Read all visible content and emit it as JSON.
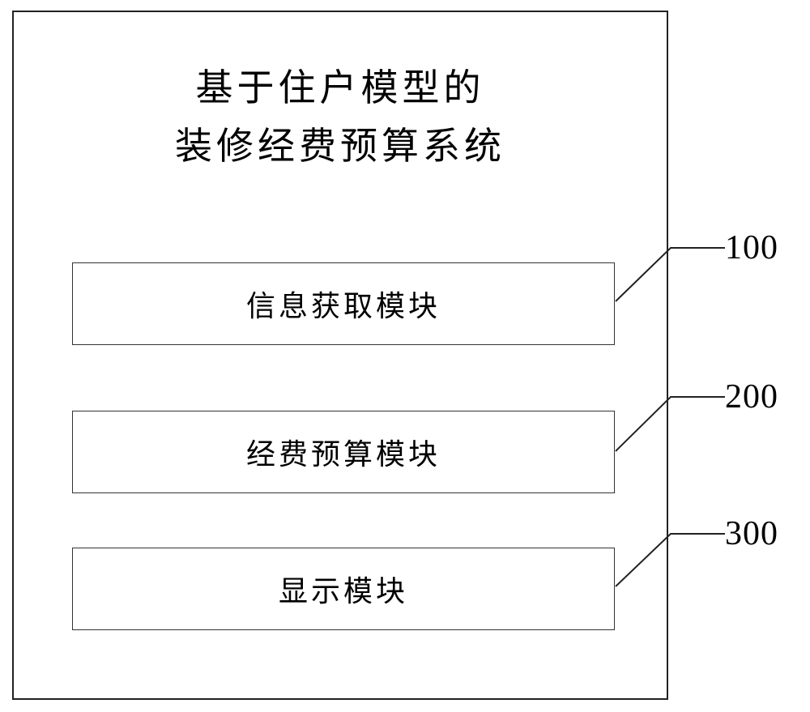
{
  "system": {
    "title_line1": "基于住户模型的",
    "title_line2": "装修经费预算系统"
  },
  "modules": [
    {
      "label": "信息获取模块",
      "ref": "100"
    },
    {
      "label": "经费预算模块",
      "ref": "200"
    },
    {
      "label": "显示模块",
      "ref": "300"
    }
  ],
  "colors": {
    "line": "#222222",
    "background": "#ffffff"
  }
}
